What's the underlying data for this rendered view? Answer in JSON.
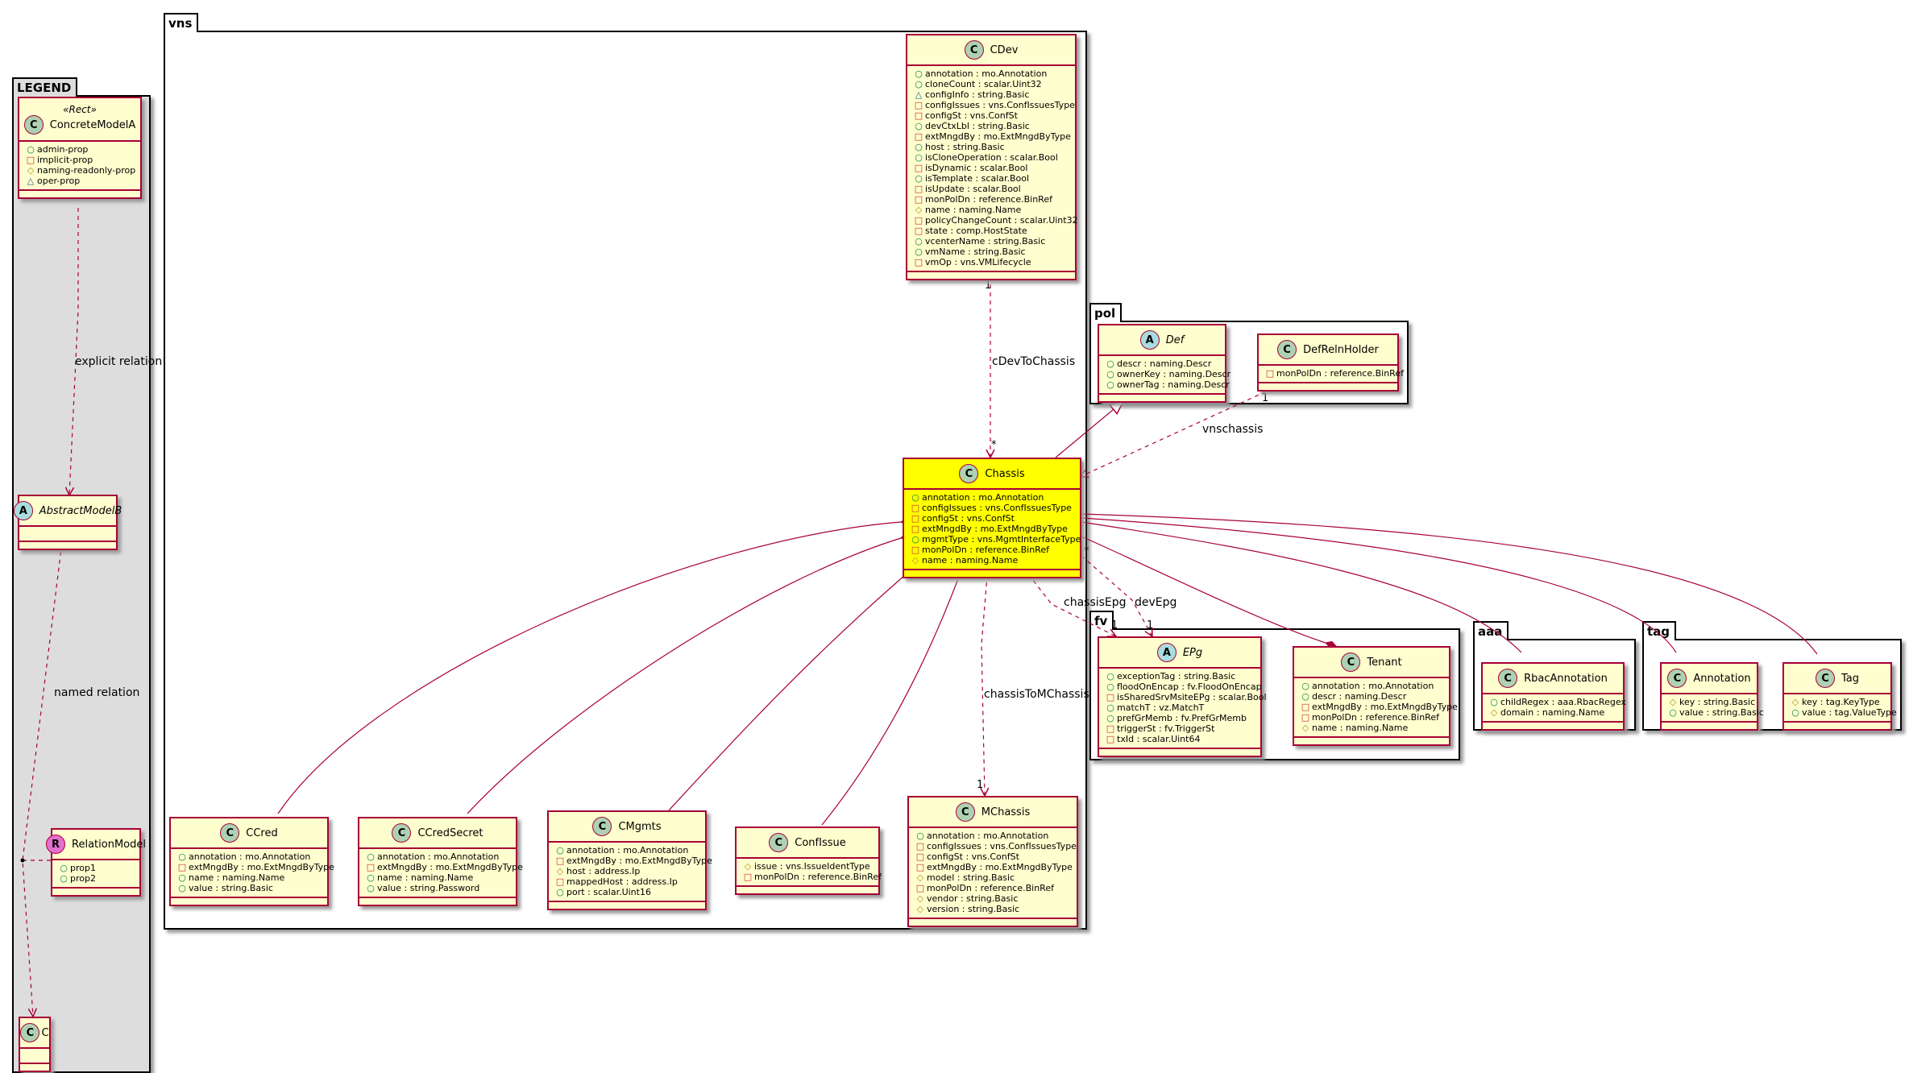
{
  "packages": {
    "legend": "LEGEND",
    "vns": "vns",
    "pol": "pol",
    "fv": "fv",
    "aaa": "aaa",
    "tag": "tag"
  },
  "colors": {
    "class_fill": "#fefece",
    "class_border": "#a80036",
    "highlight_fill": "#ffff00",
    "legend_fill": "#dddddd",
    "c_badge": "#add1b2",
    "a_badge": "#a9dcdf",
    "r_badge": "#e36fd0"
  },
  "classes": {
    "concrete_model_a": {
      "stereotype": "«Rect»",
      "badge": "C",
      "name": "ConcreteModelA",
      "attrs": [
        {
          "vis": "+",
          "text": "admin-prop"
        },
        {
          "vis": "-",
          "text": "implicit-prop"
        },
        {
          "vis": "#",
          "text": "naming-readonly-prop"
        },
        {
          "vis": "~",
          "text": "oper-prop"
        }
      ]
    },
    "abstract_model_b": {
      "badge": "A",
      "name": "AbstractModelB",
      "attrs": []
    },
    "relation_model": {
      "badge": "R",
      "name": "RelationModel",
      "attrs": [
        {
          "vis": "+",
          "text": "prop1"
        },
        {
          "vis": "+",
          "text": "prop2"
        }
      ]
    },
    "c": {
      "badge": "C",
      "name": "C",
      "attrs": []
    },
    "cdev": {
      "badge": "C",
      "name": "CDev",
      "attrs": [
        {
          "vis": "+",
          "text": "annotation : mo.Annotation"
        },
        {
          "vis": "+",
          "text": "cloneCount : scalar.Uint32"
        },
        {
          "vis": "~",
          "text": "configInfo : string.Basic"
        },
        {
          "vis": "-",
          "text": "configIssues : vns.ConfIssuesType"
        },
        {
          "vis": "-",
          "text": "configSt : vns.ConfSt"
        },
        {
          "vis": "+",
          "text": "devCtxLbl : string.Basic"
        },
        {
          "vis": "-",
          "text": "extMngdBy : mo.ExtMngdByType"
        },
        {
          "vis": "+",
          "text": "host : string.Basic"
        },
        {
          "vis": "+",
          "text": "isCloneOperation : scalar.Bool"
        },
        {
          "vis": "-",
          "text": "isDynamic : scalar.Bool"
        },
        {
          "vis": "+",
          "text": "isTemplate : scalar.Bool"
        },
        {
          "vis": "-",
          "text": "isUpdate : scalar.Bool"
        },
        {
          "vis": "-",
          "text": "monPolDn : reference.BinRef"
        },
        {
          "vis": "#",
          "text": "name : naming.Name"
        },
        {
          "vis": "-",
          "text": "policyChangeCount : scalar.Uint32"
        },
        {
          "vis": "-",
          "text": "state : comp.HostState"
        },
        {
          "vis": "+",
          "text": "vcenterName : string.Basic"
        },
        {
          "vis": "+",
          "text": "vmName : string.Basic"
        },
        {
          "vis": "-",
          "text": "vmOp : vns.VMLifecycle"
        }
      ]
    },
    "chassis": {
      "badge": "C",
      "name": "Chassis",
      "attrs": [
        {
          "vis": "+",
          "text": "annotation : mo.Annotation"
        },
        {
          "vis": "-",
          "text": "configIssues : vns.ConfIssuesType"
        },
        {
          "vis": "-",
          "text": "configSt : vns.ConfSt"
        },
        {
          "vis": "-",
          "text": "extMngdBy : mo.ExtMngdByType"
        },
        {
          "vis": "+",
          "text": "mgmtType : vns.MgmtInterfaceType"
        },
        {
          "vis": "-",
          "text": "monPolDn : reference.BinRef"
        },
        {
          "vis": "#",
          "text": "name : naming.Name"
        }
      ]
    },
    "ccred": {
      "badge": "C",
      "name": "CCred",
      "attrs": [
        {
          "vis": "+",
          "text": "annotation : mo.Annotation"
        },
        {
          "vis": "-",
          "text": "extMngdBy : mo.ExtMngdByType"
        },
        {
          "vis": "+",
          "text": "name : naming.Name"
        },
        {
          "vis": "+",
          "text": "value : string.Basic"
        }
      ]
    },
    "ccredsecret": {
      "badge": "C",
      "name": "CCredSecret",
      "attrs": [
        {
          "vis": "+",
          "text": "annotation : mo.Annotation"
        },
        {
          "vis": "-",
          "text": "extMngdBy : mo.ExtMngdByType"
        },
        {
          "vis": "+",
          "text": "name : naming.Name"
        },
        {
          "vis": "+",
          "text": "value : string.Password"
        }
      ]
    },
    "cmgmts": {
      "badge": "C",
      "name": "CMgmts",
      "attrs": [
        {
          "vis": "+",
          "text": "annotation : mo.Annotation"
        },
        {
          "vis": "-",
          "text": "extMngdBy : mo.ExtMngdByType"
        },
        {
          "vis": "#",
          "text": "host : address.Ip"
        },
        {
          "vis": "-",
          "text": "mappedHost : address.Ip"
        },
        {
          "vis": "+",
          "text": "port : scalar.Uint16"
        }
      ]
    },
    "confissue": {
      "badge": "C",
      "name": "ConfIssue",
      "attrs": [
        {
          "vis": "#",
          "text": "issue : vns.IssueIdentType"
        },
        {
          "vis": "-",
          "text": "monPolDn : reference.BinRef"
        }
      ]
    },
    "mchassis": {
      "badge": "C",
      "name": "MChassis",
      "attrs": [
        {
          "vis": "+",
          "text": "annotation : mo.Annotation"
        },
        {
          "vis": "-",
          "text": "configIssues : vns.ConfIssuesType"
        },
        {
          "vis": "-",
          "text": "configSt : vns.ConfSt"
        },
        {
          "vis": "-",
          "text": "extMngdBy : mo.ExtMngdByType"
        },
        {
          "vis": "#",
          "text": "model : string.Basic"
        },
        {
          "vis": "-",
          "text": "monPolDn : reference.BinRef"
        },
        {
          "vis": "#",
          "text": "vendor : string.Basic"
        },
        {
          "vis": "#",
          "text": "version : string.Basic"
        }
      ]
    },
    "def": {
      "badge": "A",
      "name": "Def",
      "attrs": [
        {
          "vis": "+",
          "text": "descr : naming.Descr"
        },
        {
          "vis": "+",
          "text": "ownerKey : naming.Descr"
        },
        {
          "vis": "+",
          "text": "ownerTag : naming.Descr"
        }
      ]
    },
    "defrelnholder": {
      "badge": "C",
      "name": "DefRelnHolder",
      "attrs": [
        {
          "vis": "-",
          "text": "monPolDn : reference.BinRef"
        }
      ]
    },
    "epg": {
      "badge": "A",
      "name": "EPg",
      "attrs": [
        {
          "vis": "+",
          "text": "exceptionTag : string.Basic"
        },
        {
          "vis": "+",
          "text": "floodOnEncap : fv.FloodOnEncap"
        },
        {
          "vis": "-",
          "text": "isSharedSrvMsiteEPg : scalar.Bool"
        },
        {
          "vis": "+",
          "text": "matchT : vz.MatchT"
        },
        {
          "vis": "+",
          "text": "prefGrMemb : fv.PrefGrMemb"
        },
        {
          "vis": "-",
          "text": "triggerSt : fv.TriggerSt"
        },
        {
          "vis": "-",
          "text": "txId : scalar.Uint64"
        }
      ]
    },
    "tenant": {
      "badge": "C",
      "name": "Tenant",
      "attrs": [
        {
          "vis": "+",
          "text": "annotation : mo.Annotation"
        },
        {
          "vis": "+",
          "text": "descr : naming.Descr"
        },
        {
          "vis": "-",
          "text": "extMngdBy : mo.ExtMngdByType"
        },
        {
          "vis": "-",
          "text": "monPolDn : reference.BinRef"
        },
        {
          "vis": "#",
          "text": "name : naming.Name"
        }
      ]
    },
    "rbacannotation": {
      "badge": "C",
      "name": "RbacAnnotation",
      "attrs": [
        {
          "vis": "+",
          "text": "childRegex : aaa.RbacRegex"
        },
        {
          "vis": "#",
          "text": "domain : naming.Name"
        }
      ]
    },
    "annotation": {
      "badge": "C",
      "name": "Annotation",
      "attrs": [
        {
          "vis": "#",
          "text": "key : string.Basic"
        },
        {
          "vis": "+",
          "text": "value : string.Basic"
        }
      ]
    },
    "tag_class": {
      "badge": "C",
      "name": "Tag",
      "attrs": [
        {
          "vis": "#",
          "text": "key : tag.KeyType"
        },
        {
          "vis": "+",
          "text": "value : tag.ValueType"
        }
      ]
    }
  },
  "edge_labels": {
    "explicit_relation": "explicit relation",
    "named_relation": "named relation",
    "cdev_to_chassis": "cDevToChassis",
    "vnschassis": "vnschassis",
    "chassis_epg": "chassisEpg",
    "dev_epg": "devEpg",
    "chassis_to_mchassis": "chassisToMChassis"
  },
  "multiplicities": {
    "one": "1",
    "many": "*"
  }
}
